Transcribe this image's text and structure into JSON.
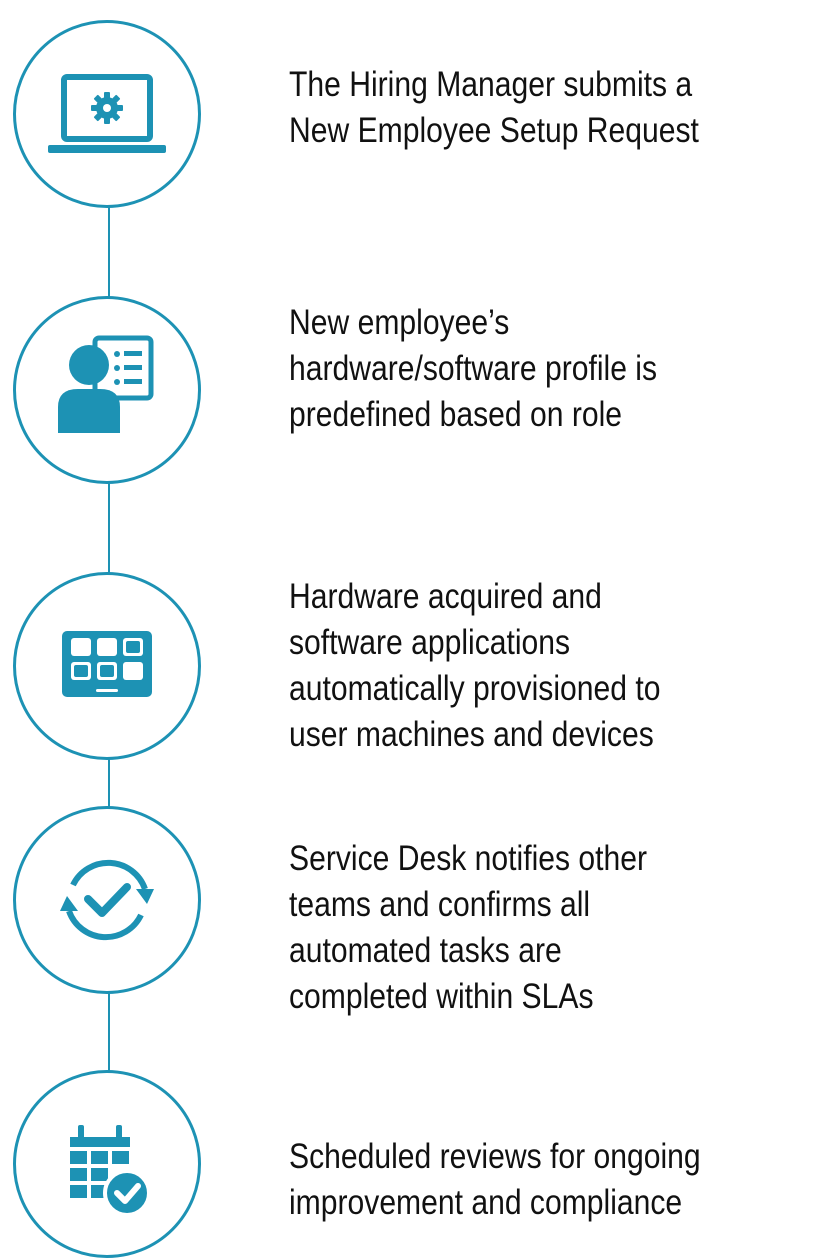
{
  "steps": [
    {
      "icon": "laptop-gear-icon",
      "lines": [
        "The Hiring Manager submits a",
        "New Employee Setup Request"
      ]
    },
    {
      "icon": "user-profile-checklist-icon",
      "lines": [
        "New employee’s",
        "hardware/software profile is",
        "predefined based on role"
      ]
    },
    {
      "icon": "tablet-apps-icon",
      "lines": [
        "Hardware acquired and",
        "software applications",
        "automatically provisioned to",
        "user machines and devices"
      ]
    },
    {
      "icon": "sync-check-icon",
      "lines": [
        "Service Desk notifies other",
        "teams and confirms all",
        "automated tasks are",
        "completed within SLAs"
      ]
    },
    {
      "icon": "calendar-check-icon",
      "lines": [
        "Scheduled reviews for ongoing",
        "improvement and compliance"
      ]
    }
  ],
  "colors": {
    "accent": "#1d92b4",
    "text": "#111111",
    "background": "#ffffff"
  }
}
